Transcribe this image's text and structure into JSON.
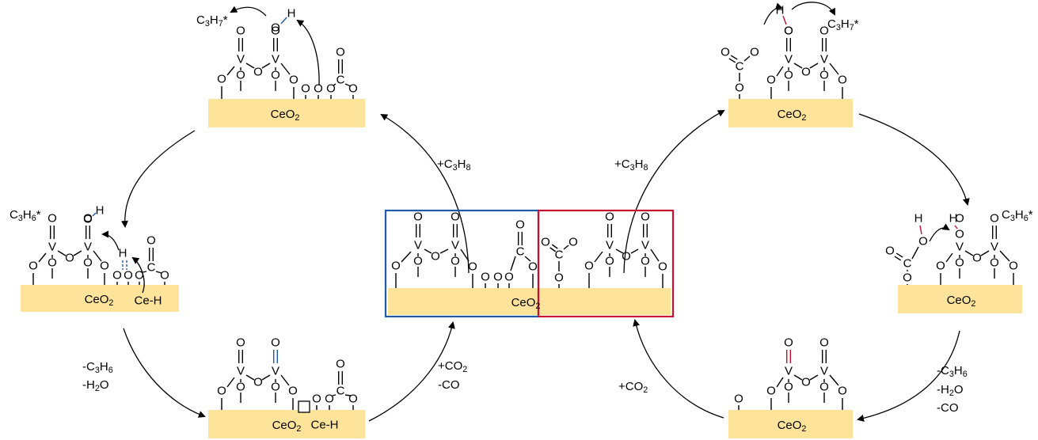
{
  "colors": {
    "support": "#fde49a",
    "blue": "#1f5aa6",
    "red": "#c8102e",
    "ink": "#000000"
  },
  "labels": {
    "support": "CeO",
    "support_sub": "2",
    "o": "O",
    "v": "V",
    "c": "C",
    "h": "H",
    "ce_h": "Ce-H",
    "c3h7_pre": "C",
    "c3h7_s1": "3",
    "c3h7_mid": "H",
    "c3h7_s2": "7",
    "c3h7_post": "*",
    "c3h6_pre": "C",
    "c3h6_s1": "3",
    "c3h6_mid": "H",
    "c3h6_s2": "6",
    "c3h6_post": "*"
  },
  "steps": {
    "top_left": {
      "prefix": "+C",
      "sub1": "3",
      "mid": "H",
      "sub2": "8"
    },
    "top_right": {
      "prefix": "+C",
      "sub1": "3",
      "mid": "H",
      "sub2": "8"
    },
    "bottom_left_1": {
      "prefix": "-C",
      "sub1": "3",
      "mid": "H",
      "sub2": "6"
    },
    "bottom_left_2": {
      "prefix": "-H",
      "sub1": "2",
      "mid": "O"
    },
    "co2_left_1": {
      "prefix": "+CO",
      "sub1": "2"
    },
    "co2_left_2": {
      "prefix": "-CO"
    },
    "co2_right": {
      "prefix": "+CO",
      "sub1": "2"
    },
    "bottom_right_1": {
      "prefix": "-C",
      "sub1": "3",
      "mid": "H",
      "sub2": "6"
    },
    "bottom_right_2": {
      "prefix": "-H",
      "sub1": "2",
      "mid": "O"
    },
    "bottom_right_3": {
      "prefix": "-CO"
    }
  }
}
